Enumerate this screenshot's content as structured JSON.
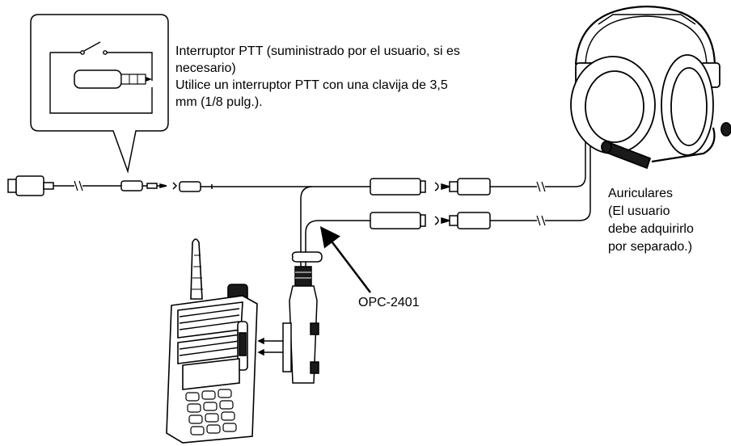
{
  "ptt_note": {
    "line1": "Interruptor PTT (suministrado por el usuario, si es",
    "line2": "necesario)",
    "line3": "Utilice un interruptor PTT con una clavija de 3,5",
    "line4": "mm (1/8 pulg.)."
  },
  "headset_note": {
    "line1": "Auriculares",
    "line2": "(El usuario",
    "line3": "debe adquirirlo",
    "line4": "por separado.)"
  },
  "cable_label": "OPC-2401",
  "colors": {
    "line": "#000000",
    "fill": "#ffffff",
    "dark": "#1a1a1a"
  }
}
